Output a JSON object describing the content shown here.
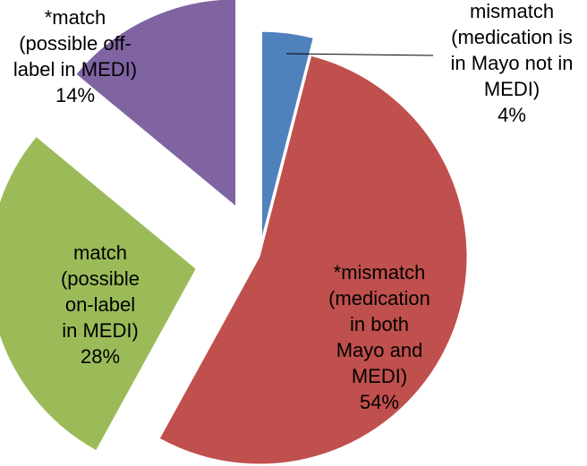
{
  "chart_data": {
    "type": "pie",
    "title": "",
    "exploded": true,
    "legend": "none",
    "slices": [
      {
        "name": "mismatch (medication is in Mayo not in MEDI)",
        "value": 4,
        "label_lines": [
          "mismatch",
          "(medication is",
          "in Mayo not in",
          "MEDI)",
          "4%"
        ],
        "color": "#4F81BD"
      },
      {
        "name": "*mismatch (medication in both Mayo and MEDI)",
        "value": 54,
        "label_lines": [
          "*mismatch",
          "(medication",
          "in both",
          "Mayo and",
          "MEDI)",
          "54%"
        ],
        "color": "#C0504D"
      },
      {
        "name": "match (possible on-label in MEDI)",
        "value": 28,
        "label_lines": [
          "match",
          "(possible",
          "on-label",
          "in MEDI)",
          "28%"
        ],
        "color": "#9BBB59"
      },
      {
        "name": "*match (possible off-label in MEDI)",
        "value": 14,
        "label_lines": [
          "*match",
          "(possible off-",
          "label in MEDI)",
          "14%"
        ],
        "color": "#8064A2"
      }
    ]
  }
}
